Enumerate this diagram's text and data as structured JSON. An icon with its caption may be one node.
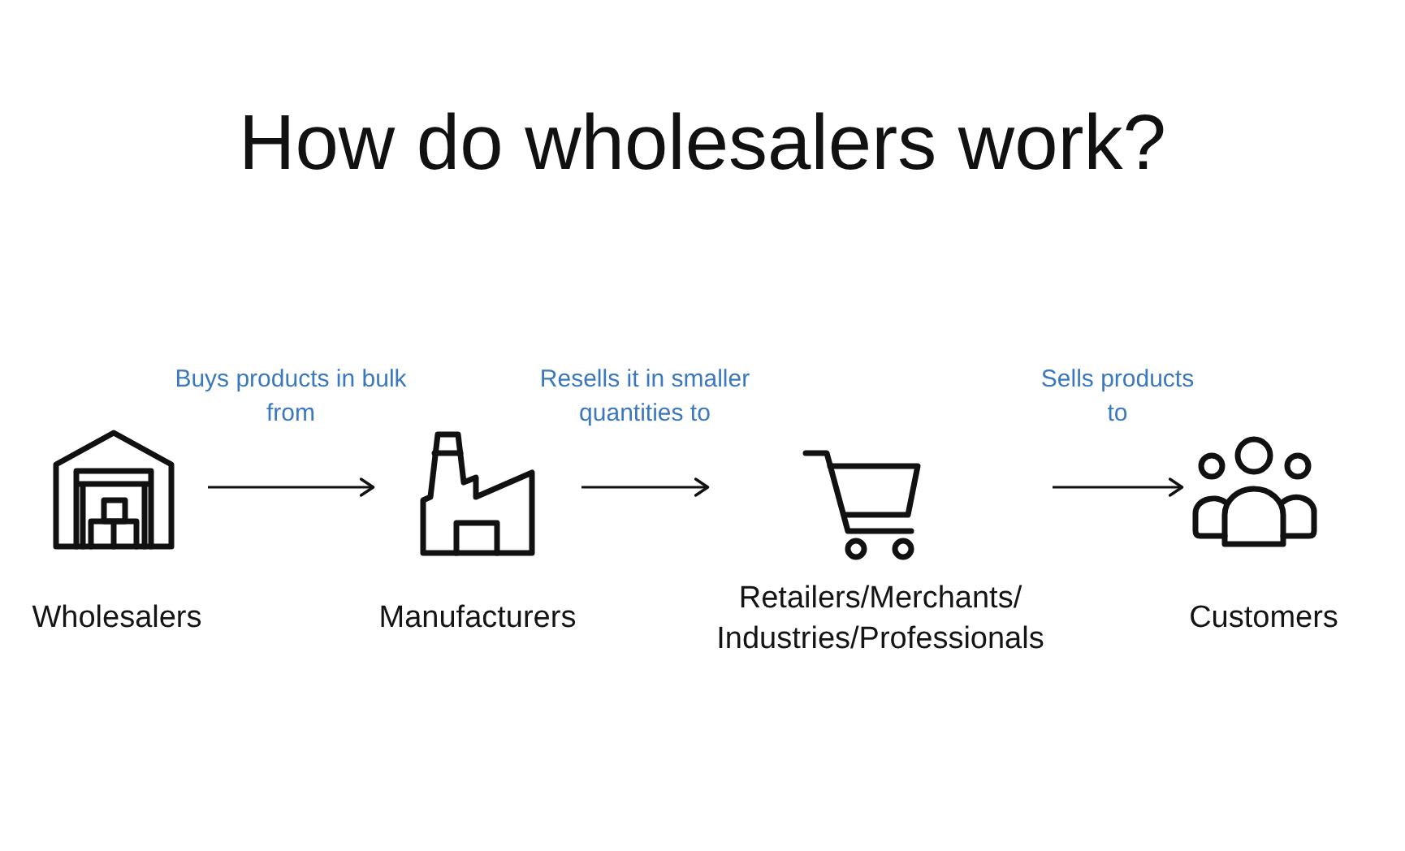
{
  "diagram": {
    "title": "How do wholesalers work?",
    "nodes": [
      {
        "text": [
          "Wholesalers"
        ]
      },
      {
        "text": [
          "Manufacturers"
        ]
      },
      {
        "text": [
          "Retailers/Merchants/ Industries/Professionals"
        ]
      },
      {
        "text": [
          "Customers"
        ]
      }
    ],
    "edges": [
      {
        "from": 0,
        "to": 1,
        "arrow": "to",
        "label": "Buys products in bulk from"
      },
      {
        "from": 1,
        "to": 2,
        "arrow": "to",
        "label": "Resells it in smaller quantities to"
      },
      {
        "from": 2,
        "to": 3,
        "arrow": "to",
        "label": "Sells products to"
      }
    ]
  }
}
